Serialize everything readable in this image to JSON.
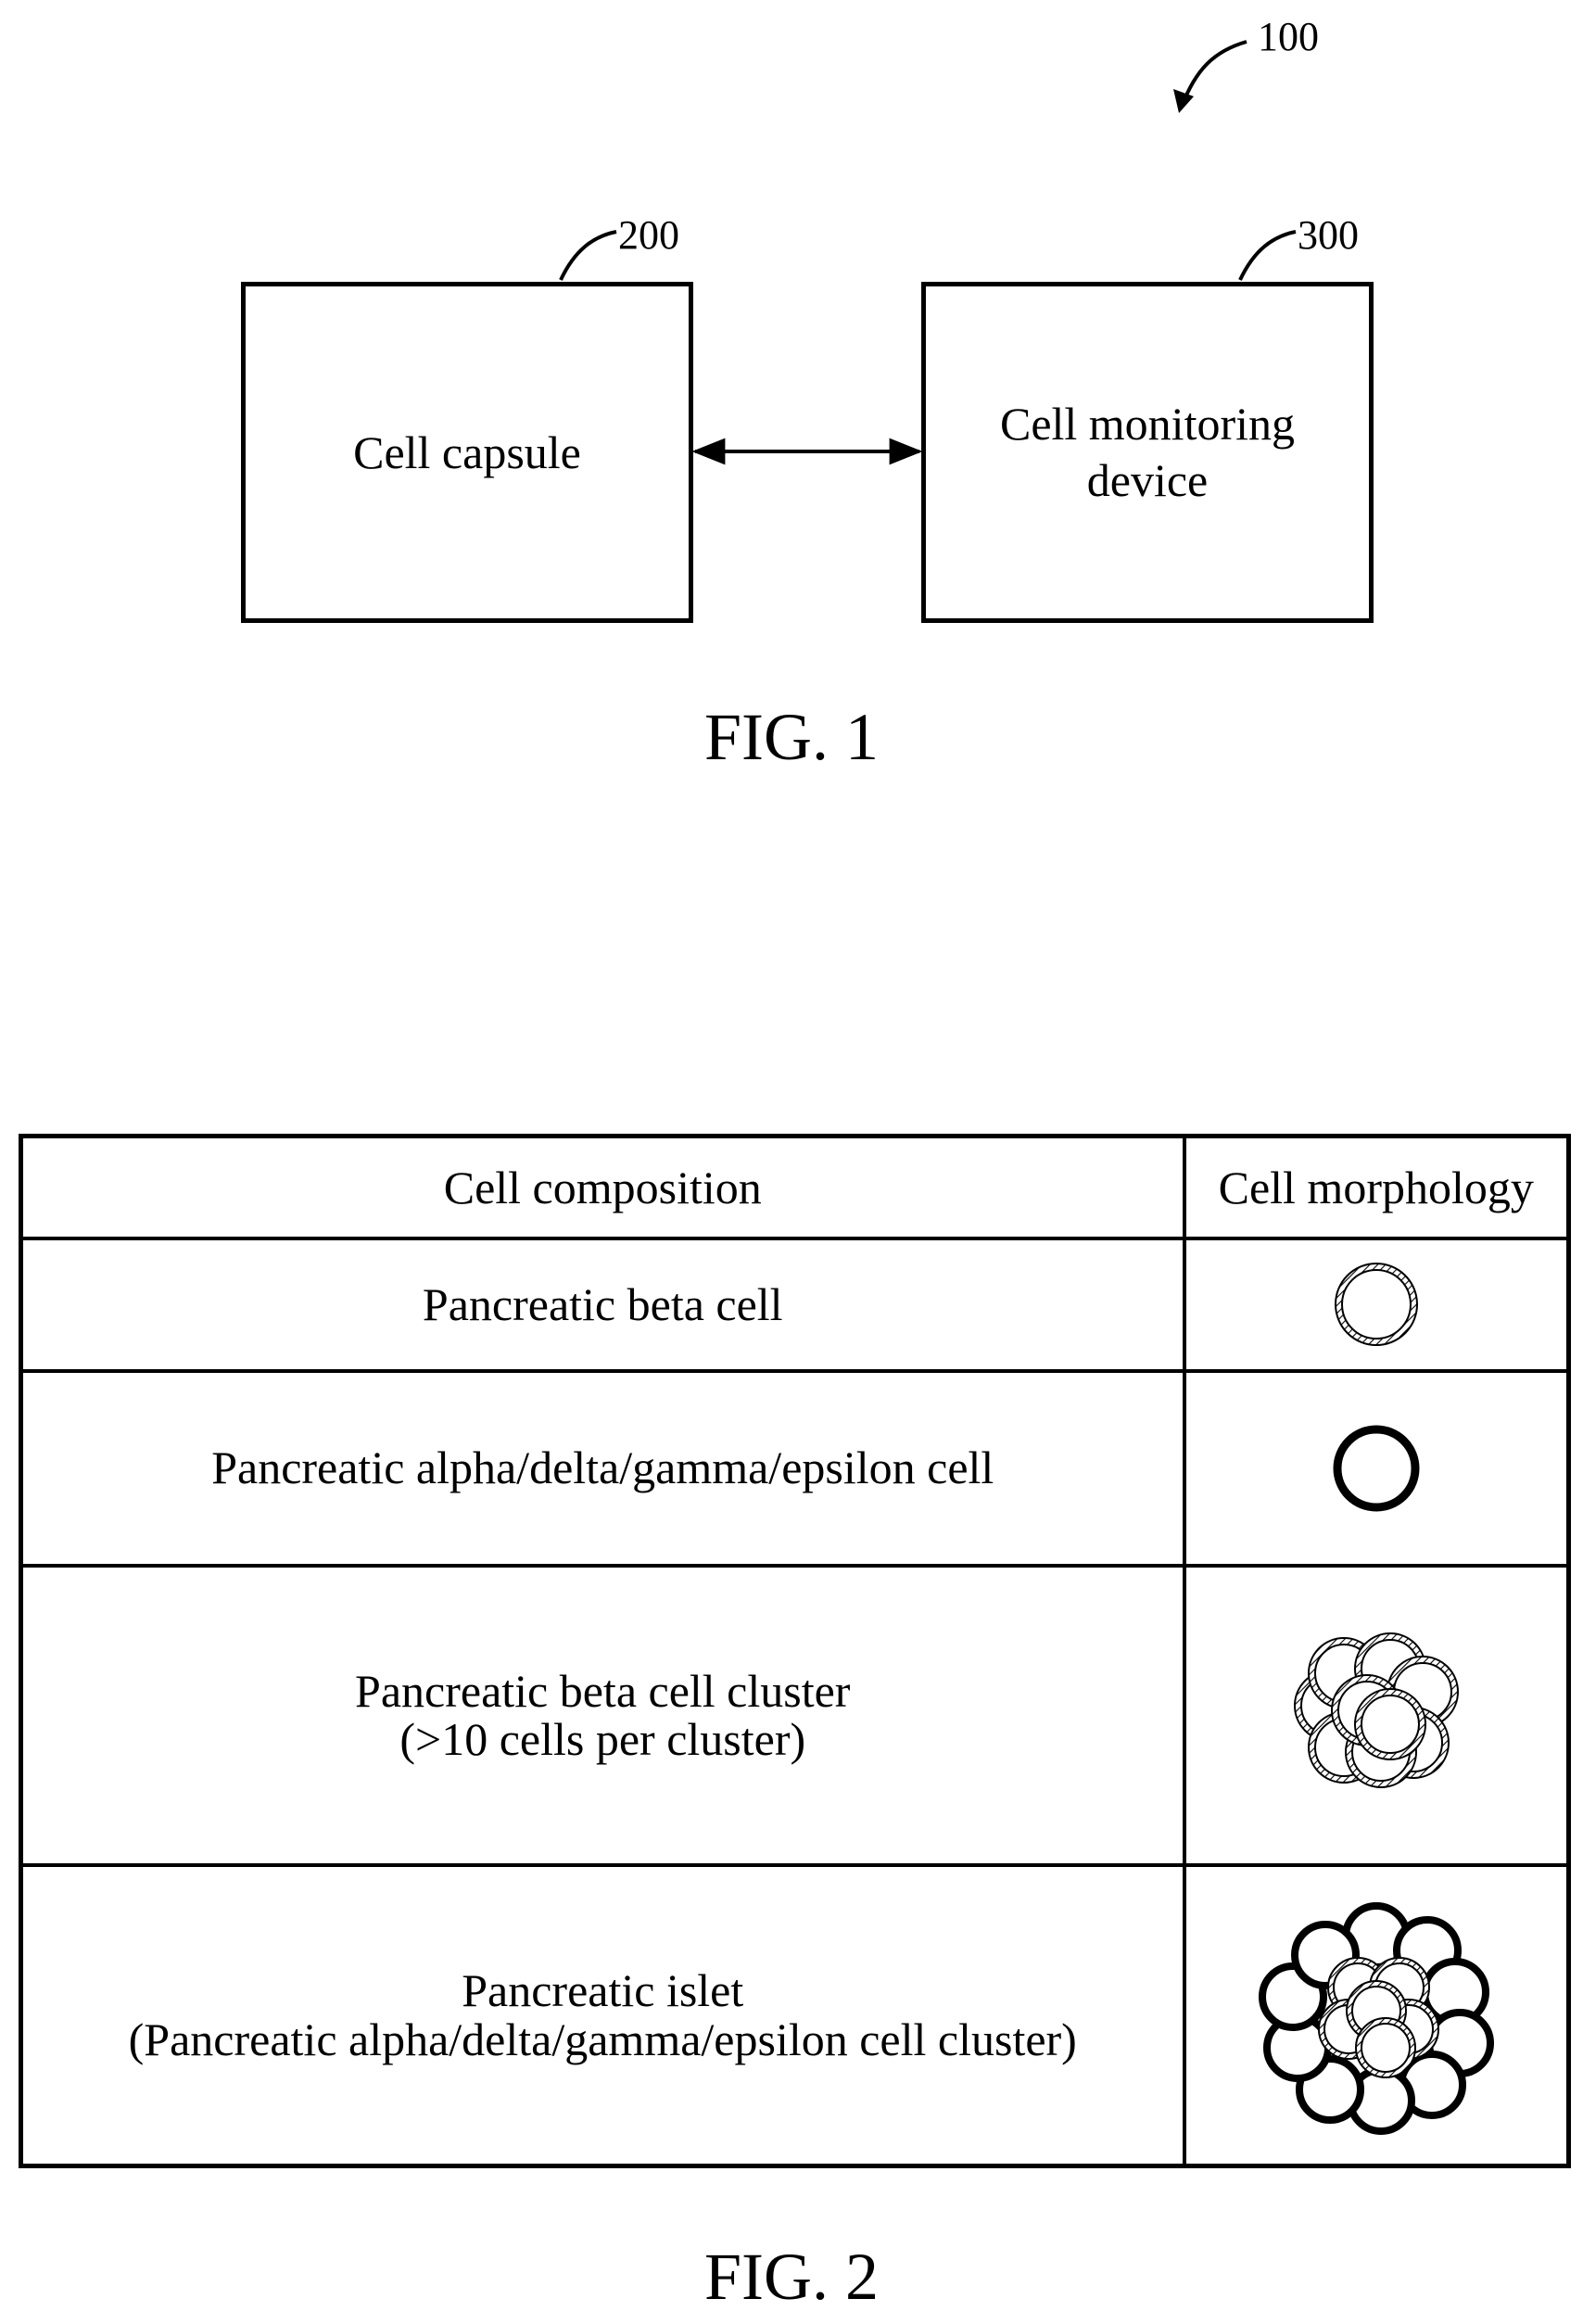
{
  "fig1": {
    "system_ref": "100",
    "capsule": {
      "ref": "200",
      "label": "Cell capsule"
    },
    "monitor": {
      "ref": "300",
      "label_line1": "Cell monitoring",
      "label_line2": "device"
    },
    "caption": "FIG. 1"
  },
  "fig2": {
    "headers": {
      "composition": "Cell composition",
      "morphology": "Cell morphology"
    },
    "rows": [
      {
        "line1": "Pancreatic beta cell",
        "line2": "",
        "morphology_icon": "hatched-single-cell-icon"
      },
      {
        "line1": "Pancreatic alpha/delta/gamma/epsilon cell",
        "line2": "",
        "morphology_icon": "bold-single-cell-icon"
      },
      {
        "line1": "Pancreatic beta cell cluster",
        "line2": "(>10 cells per cluster)",
        "morphology_icon": "hatched-cell-cluster-icon"
      },
      {
        "line1": "Pancreatic islet",
        "line2": "(Pancreatic alpha/delta/gamma/epsilon cell cluster)",
        "morphology_icon": "islet-cluster-icon"
      }
    ],
    "caption": "FIG. 2"
  }
}
